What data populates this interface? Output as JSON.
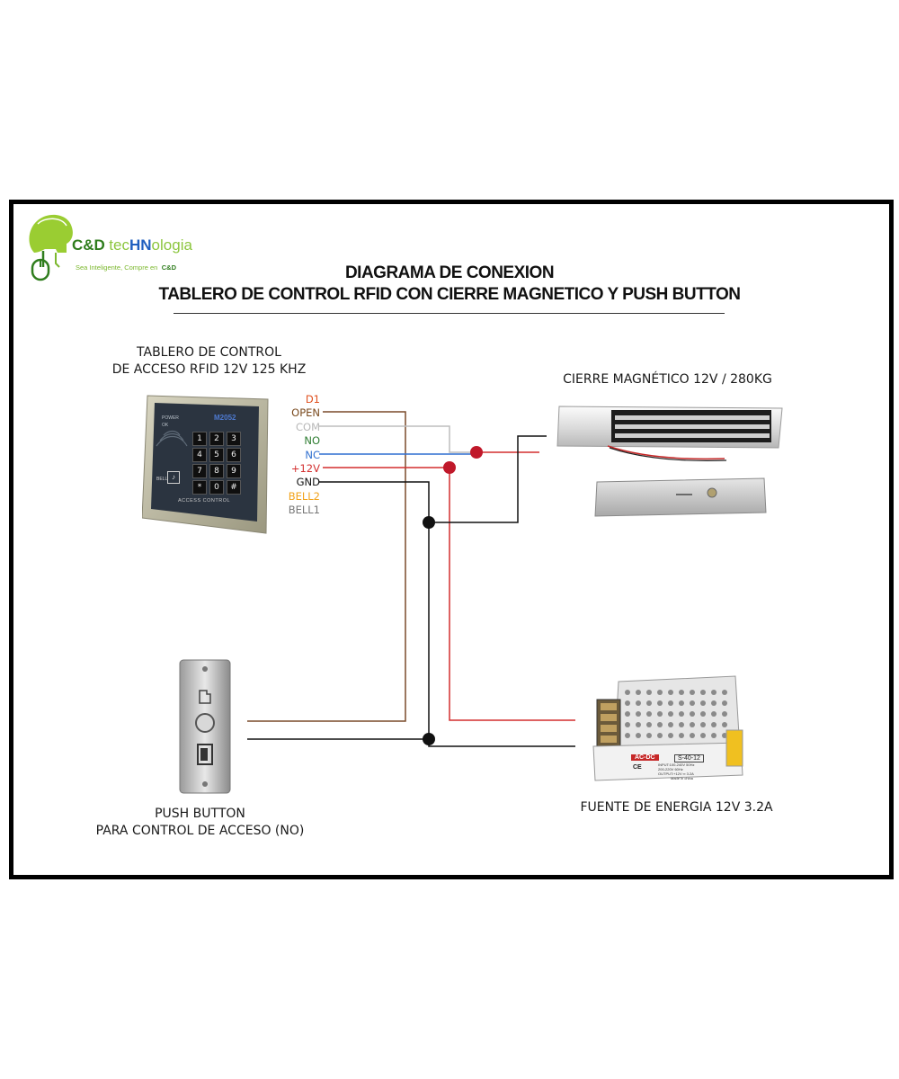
{
  "logo": {
    "brand_cd": "C&D",
    "brand_tec": "tec",
    "brand_hn": "HN",
    "brand_ologia": "ologia",
    "tagline": "Sea Inteligente, Compre en",
    "tagline_brand": "C&D",
    "colors": {
      "green_dark": "#2f7d1d",
      "green_light": "#8cc63f",
      "blue": "#1f5fbf"
    }
  },
  "title": {
    "line1": "DIAGRAMA DE CONEXION",
    "line2": "TABLERO DE CONTROL RFID CON CIERRE MAGNETICO Y PUSH BUTTON"
  },
  "rfid_panel": {
    "label_line1": "TABLERO DE CONTROL",
    "label_line2": "DE ACCESO RFID 12V 125 KHZ",
    "model": "M2052",
    "power_led": "POWER",
    "ok_led": "OK",
    "bell": "BELL",
    "footer": "ACCESS CONTROL",
    "keys": [
      "1",
      "2",
      "3",
      "4",
      "5",
      "6",
      "7",
      "8",
      "9",
      "*",
      "0",
      "#"
    ]
  },
  "pins": [
    {
      "name": "D1",
      "color": "#e0501e"
    },
    {
      "name": "OPEN",
      "color": "#7a4a1e"
    },
    {
      "name": "COM",
      "color": "#b8b8b8"
    },
    {
      "name": "NO",
      "color": "#2e7d32"
    },
    {
      "name": "NC",
      "color": "#2f6fd0"
    },
    {
      "name": "+12V",
      "color": "#d32f2f"
    },
    {
      "name": "GND",
      "color": "#111111"
    },
    {
      "name": "BELL2",
      "color": "#f2a31b"
    },
    {
      "name": "BELL1",
      "color": "#777777"
    }
  ],
  "wire_colors": {
    "open": "#7a4a2a",
    "com": "#bdbdbd",
    "nc": "#2f6fd0",
    "plus12v": "#d32f2f",
    "gnd": "#111111"
  },
  "maglock": {
    "label": "CIERRE MAGNÉTICO 12V / 280KG"
  },
  "push_button": {
    "label_line1": "PUSH BUTTON",
    "label_line2": "PARA CONTROL DE ACCESO (NO)"
  },
  "power_supply": {
    "label": "FUENTE DE ENERGIA 12V 3.2A",
    "brand": "AC-DC",
    "model": "S-40-12",
    "ce": "CE",
    "spec1": "INPUT:100-240V 50Hz",
    "spec2": "200-220V 60Hz",
    "spec3": "OUTPUT:+12V ═ 3.2A",
    "made": "Made in china"
  }
}
